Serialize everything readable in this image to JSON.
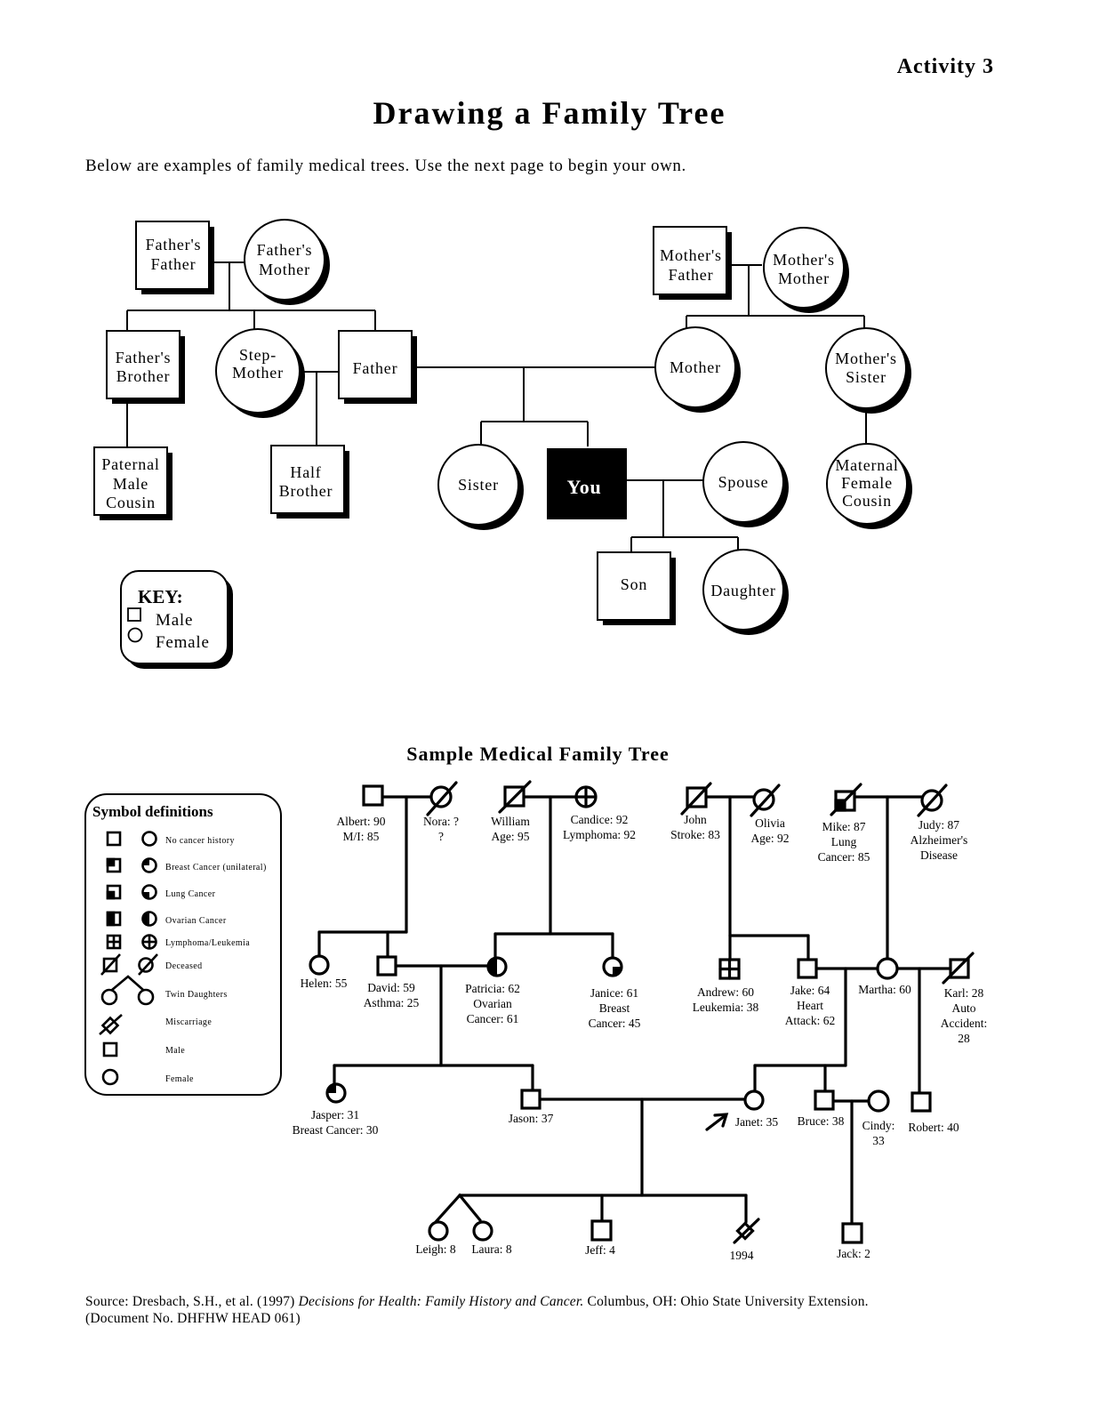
{
  "header": {
    "activity": "Activity  3",
    "title": "Drawing  a  Family  Tree"
  },
  "intro": "Below are examples of family medical trees. Use the next page to begin your own.",
  "tree1": {
    "fathers_father": [
      "Father's",
      "Father"
    ],
    "fathers_mother": [
      "Father's",
      "Mother"
    ],
    "mothers_father": [
      "Mother's",
      "Father"
    ],
    "mothers_mother": [
      "Mother's",
      "Mother"
    ],
    "fathers_brother": [
      "Father's",
      "Brother"
    ],
    "step_mother": [
      "Step-",
      "Mother"
    ],
    "father": "Father",
    "mother": "Mother",
    "mothers_sister": [
      "Mother's",
      "Sister"
    ],
    "paternal_cousin": [
      "Paternal",
      "Male",
      "Cousin"
    ],
    "half_brother": [
      "Half",
      "Brother"
    ],
    "sister": "Sister",
    "you": "You",
    "spouse": "Spouse",
    "maternal_cousin": [
      "Maternal",
      "Female",
      "Cousin"
    ],
    "son": "Son",
    "daughter": "Daughter",
    "key": {
      "title": "KEY:",
      "male": "Male",
      "female": "Female"
    }
  },
  "tree2": {
    "title": "Sample  Medical  Family  Tree",
    "legend_title": "Symbol   definitions",
    "legend": [
      "No cancer history",
      "Breast Cancer (unilateral)",
      "Lung Cancer",
      "Ovarian Cancer",
      "Lymphoma/Leukemia",
      "Deceased",
      "Twin Daughters",
      "Miscarriage",
      "Male",
      "Female"
    ],
    "people": {
      "albert": [
        "Albert: 90",
        "M/I: 85"
      ],
      "nora": [
        "Nora: ?",
        "?"
      ],
      "william": [
        "William",
        "Age: 95"
      ],
      "candice": [
        "Candice: 92",
        "Lymphoma: 92"
      ],
      "john": [
        "John",
        "Stroke: 83"
      ],
      "olivia": [
        "Olivia",
        "Age: 92"
      ],
      "mike": [
        "Mike: 87",
        "Lung",
        "Cancer: 85"
      ],
      "judy": [
        "Judy: 87",
        "Alzheimer's",
        "Disease"
      ],
      "helen": "Helen: 55",
      "david": [
        "David: 59",
        "Asthma: 25"
      ],
      "patricia": [
        "Patricia: 62",
        "Ovarian",
        "Cancer: 61"
      ],
      "janice": [
        "Janice: 61",
        "Breast",
        "Cancer: 45"
      ],
      "andrew": [
        "Andrew: 60",
        "Leukemia: 38"
      ],
      "jake": [
        "Jake: 64",
        "Heart",
        "Attack: 62"
      ],
      "martha": "Martha: 60",
      "karl": [
        "Karl: 28",
        "Auto",
        "Accident:",
        "28"
      ],
      "jasper": [
        "Jasper: 31",
        "Breast Cancer: 30"
      ],
      "jason": "Jason: 37",
      "janet": "Janet: 35",
      "bruce": "Bruce: 38",
      "cindy": [
        "Cindy:",
        "33"
      ],
      "robert": "Robert: 40",
      "leigh": "Leigh: 8",
      "laura": "Laura: 8",
      "jeff": "Jeff: 4",
      "miscarriage": "1994",
      "jack": "Jack: 2"
    }
  },
  "source": {
    "prefix": "Source: Dresbach, S.H., et al. (1997) ",
    "italic": "Decisions for Health: Family History and Cancer.",
    "suffix": " Columbus, OH: Ohio State University Extension.",
    "line2": "(Document No. DHFHW HEAD 061)"
  }
}
